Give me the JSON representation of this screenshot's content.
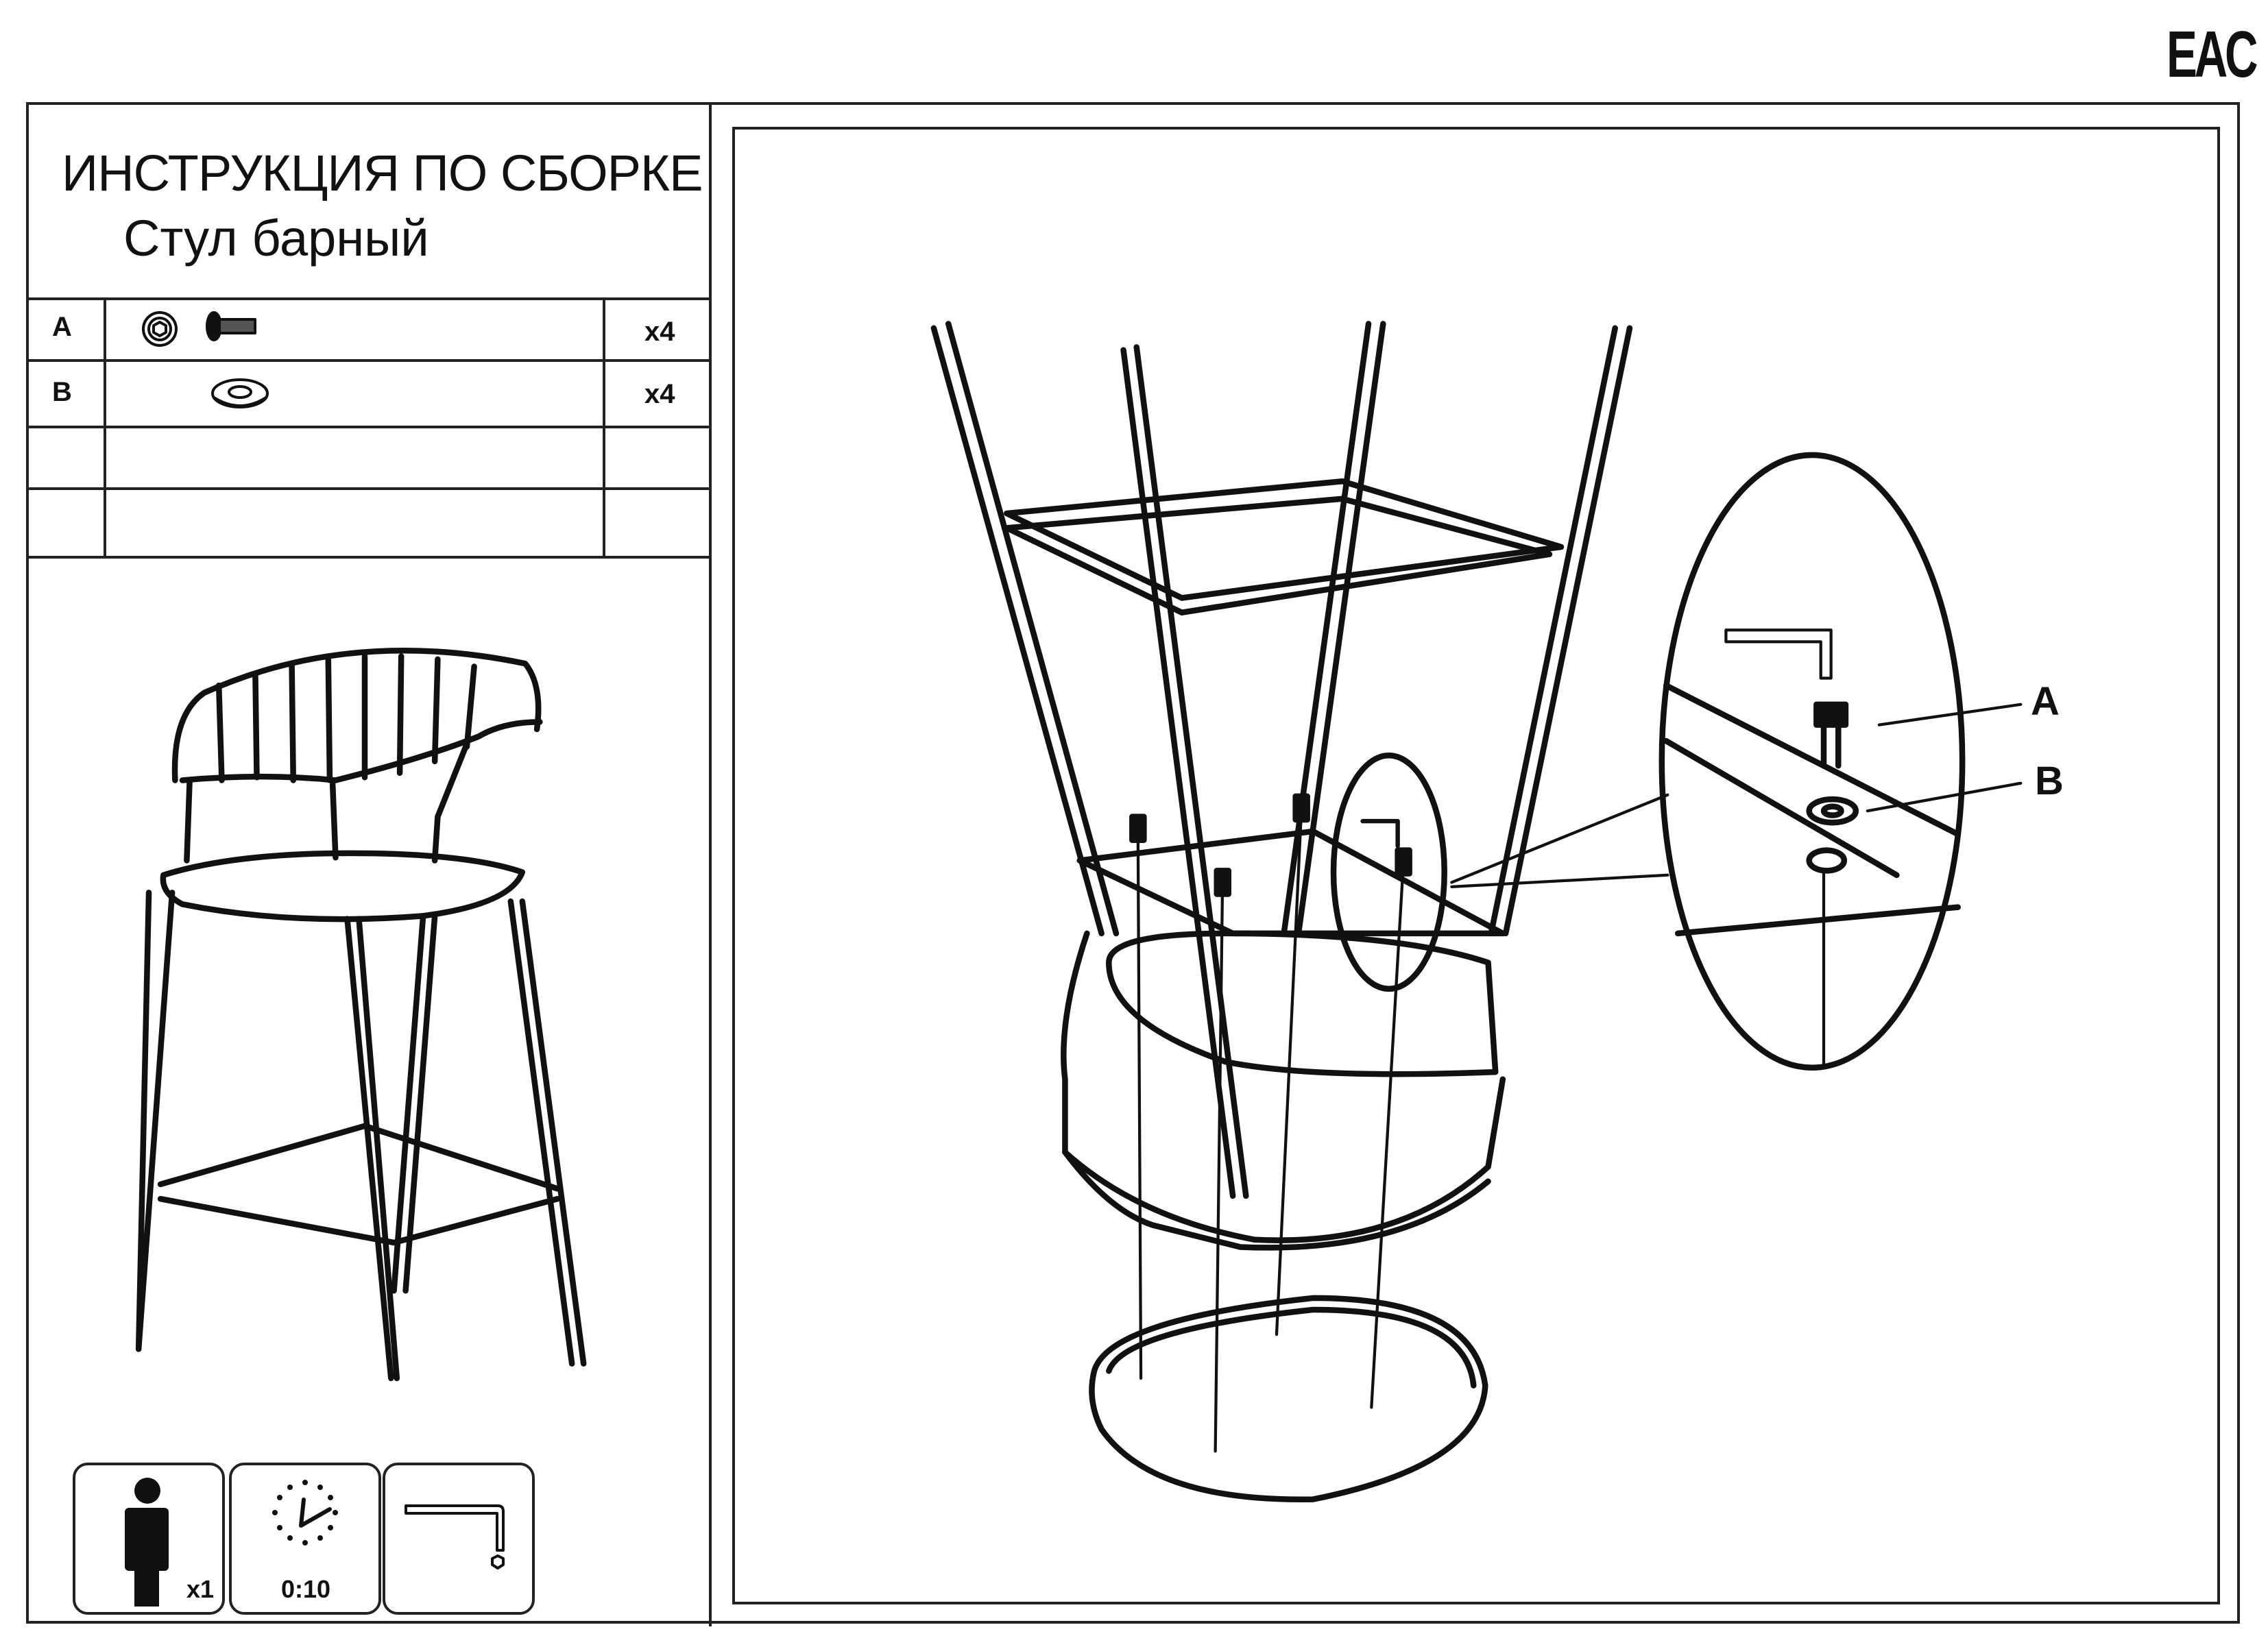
{
  "header": {
    "title": "ИНСТРУКЦИЯ ПО СБОРКЕ",
    "subtitle": "Стул барный",
    "certification_mark": "EAC"
  },
  "parts": [
    {
      "label": "A",
      "icon": "bolt-with-washer-icon",
      "qty": "x4"
    },
    {
      "label": "B",
      "icon": "washer-icon",
      "qty": "x4"
    },
    {
      "label": "",
      "icon": "",
      "qty": ""
    },
    {
      "label": "",
      "icon": "",
      "qty": ""
    }
  ],
  "requirements": {
    "people": "x1",
    "time": "0:10",
    "tool": "hex-key-icon"
  },
  "diagram": {
    "callout_a": "A",
    "callout_b": "B"
  }
}
